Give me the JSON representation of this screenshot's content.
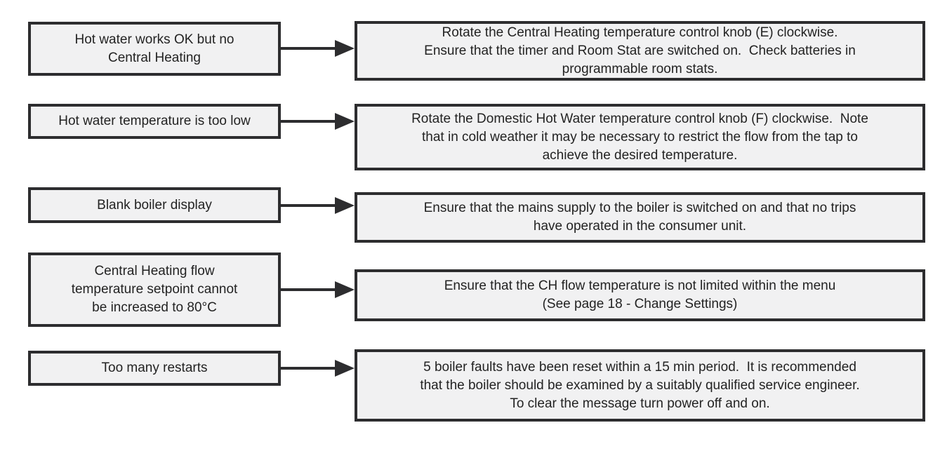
{
  "diagram": {
    "type": "troubleshooting-flowchart",
    "colors": {
      "box_fill": "#f1f1f2",
      "box_border": "#2d2d2f",
      "text": "#232323",
      "arrow": "#2d2d2f",
      "background": "#ffffff"
    }
  },
  "rows": [
    {
      "problem": "Hot water works OK but no\nCentral Heating",
      "solution": "Rotate the Central Heating temperature control knob (E) clockwise.\nEnsure that the timer and Room Stat are switched on.  Check batteries in\nprogrammable room stats."
    },
    {
      "problem": "Hot water temperature is too low",
      "solution": "Rotate the Domestic Hot Water temperature control knob (F) clockwise.  Note\nthat in cold weather it may be necessary to restrict the flow from the tap to\nachieve the desired temperature."
    },
    {
      "problem": "Blank boiler display",
      "solution": "Ensure that the mains supply to the boiler is switched on and that no trips\nhave operated in the consumer unit."
    },
    {
      "problem": "Central Heating flow\ntemperature setpoint cannot\nbe increased to 80°C",
      "solution": "Ensure that the CH flow temperature is not limited within the menu\n(See page 18 - Change Settings)"
    },
    {
      "problem": "Too many restarts",
      "solution": "5 boiler faults have been reset within a 15 min period.  It is recommended\nthat the boiler should be examined by a suitably qualified service engineer.\nTo clear the message turn power off and on."
    }
  ]
}
